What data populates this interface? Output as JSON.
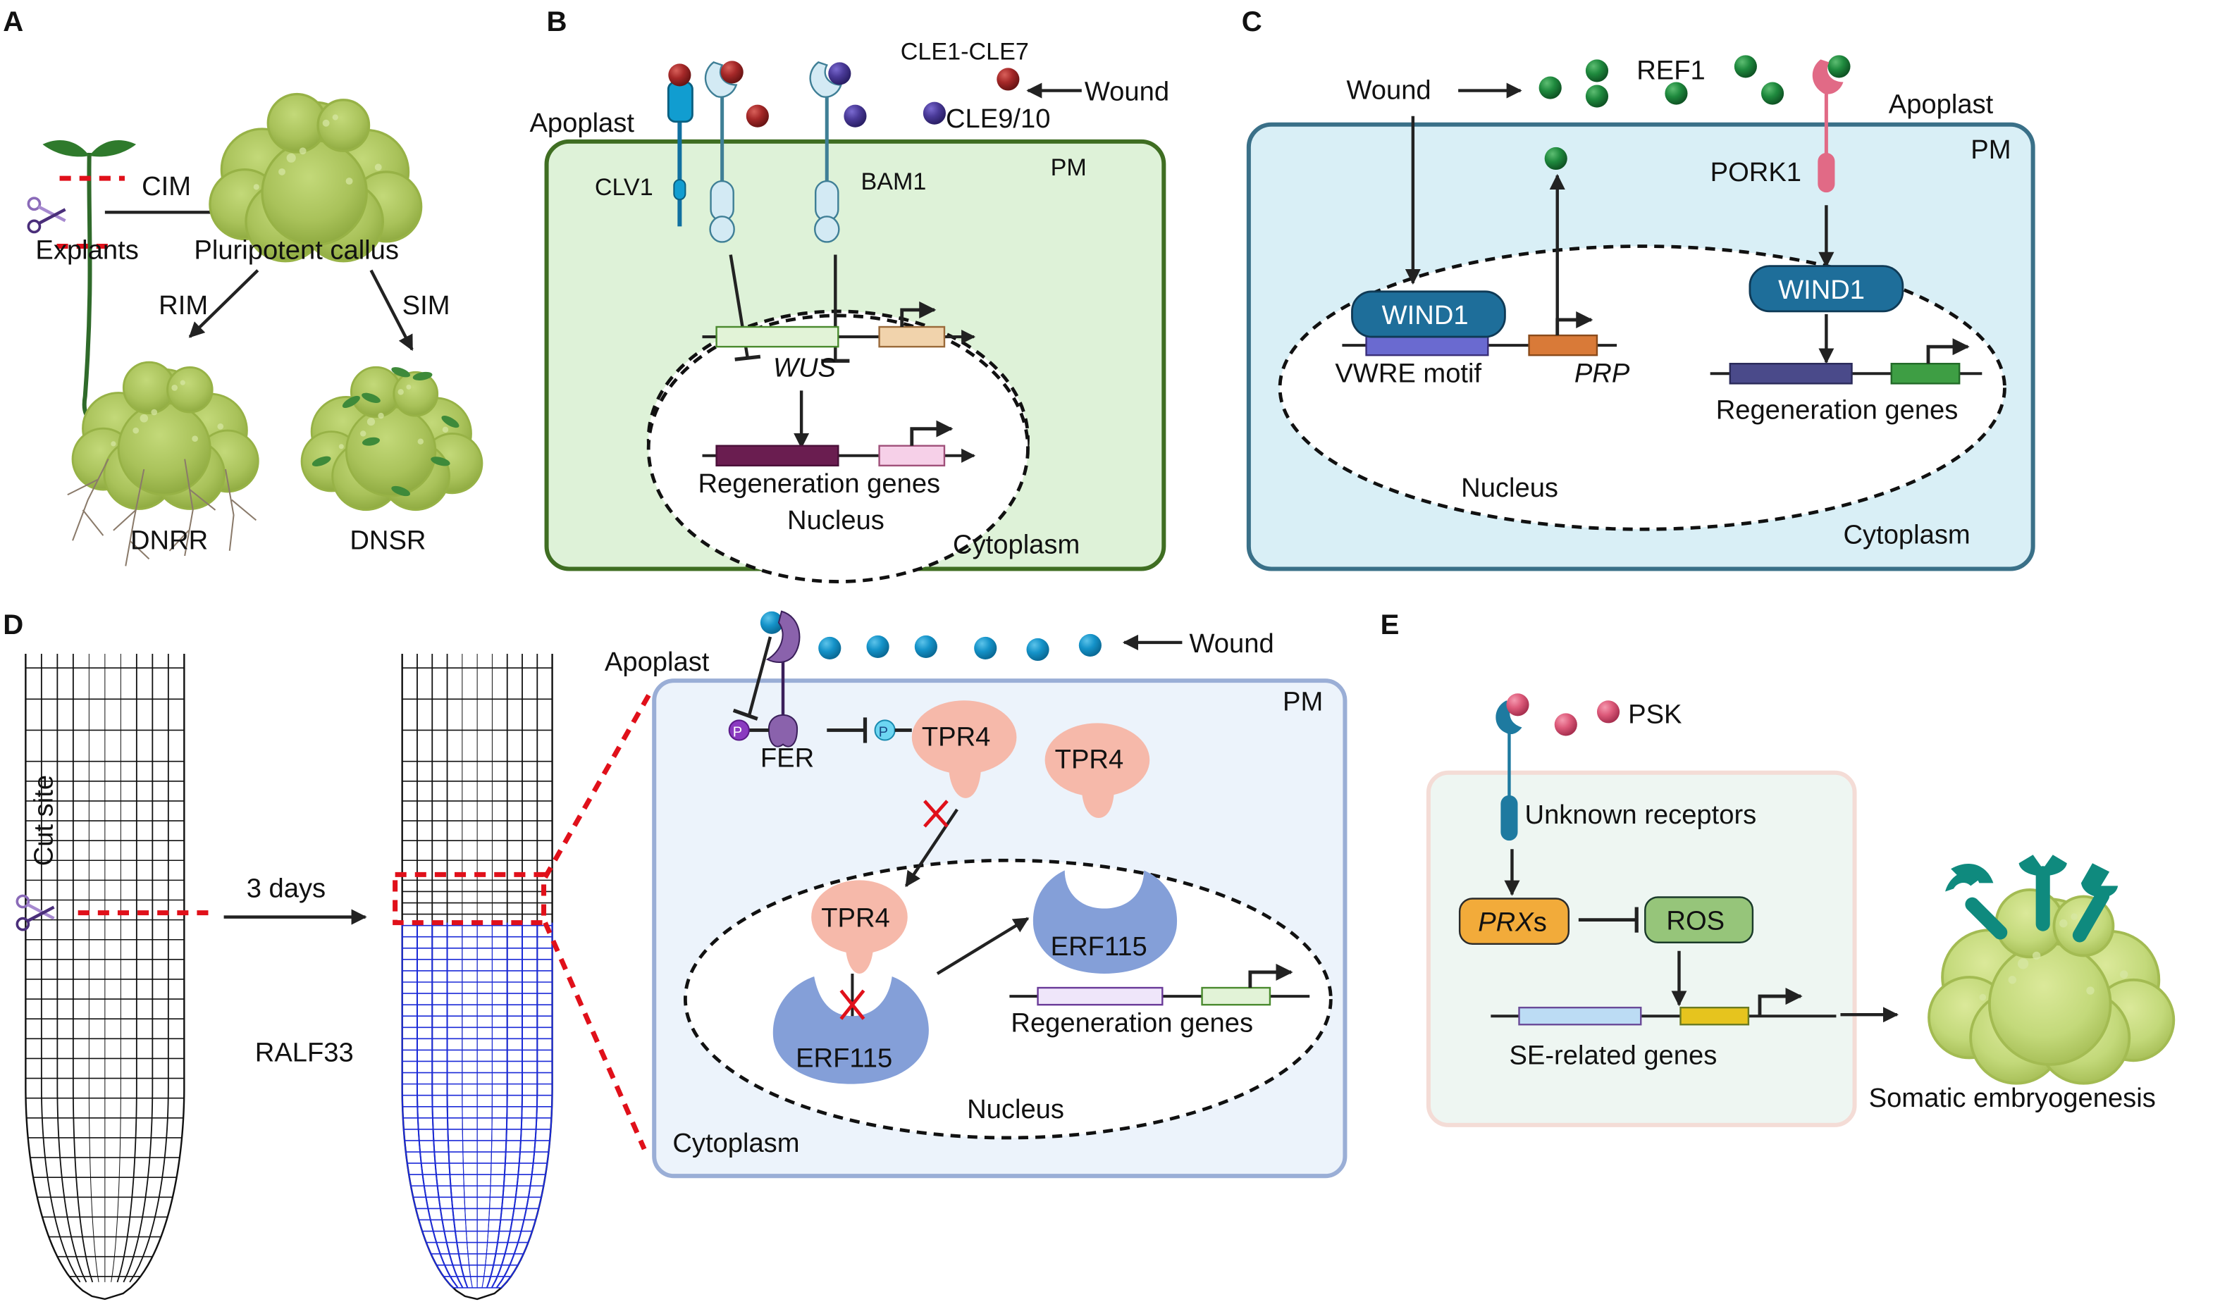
{
  "figure": {
    "panels": {
      "A": {
        "letter": "A",
        "cim_label": "CIM",
        "explants_label": "Explants",
        "callus_label": "Pluripotent callus",
        "rim_label": "RIM",
        "sim_label": "SIM",
        "dnrr_label": "DNRR",
        "dnsr_label": "DNSR"
      },
      "B": {
        "letter": "B",
        "apoplast_label": "Apoplast",
        "peptide1_label": "CLE1-CLE7",
        "peptide2_label": "CLE9/10",
        "wound_label": "Wound",
        "pm_label": "PM",
        "receptor1_label": "CLV1",
        "receptor2_label": "BAM1",
        "gene_label": "WUS",
        "genes_label": "Regeneration genes",
        "nucleus_label": "Nucleus",
        "cytoplasm_label": "Cytoplasm"
      },
      "C": {
        "letter": "C",
        "wound_label": "Wound",
        "peptide_label": "REF1",
        "apoplast_label": "Apoplast",
        "pm_label": "PM",
        "receptor_label": "PORK1",
        "tf1_label": "WIND1",
        "tf2_label": "WIND1",
        "motif_label": "VWRE motif",
        "gene_label": "PRP",
        "genes_label": "Regeneration genes",
        "nucleus_label": "Nucleus",
        "cytoplasm_label": "Cytoplasm"
      },
      "D": {
        "letter": "D",
        "cut_site_label": "Cut site",
        "days_label": "3 days",
        "peptide_label": "RALF33",
        "apoplast_label": "Apoplast",
        "wound_label": "Wound",
        "pm_label": "PM",
        "receptor_label": "FER",
        "phospho_label": "P",
        "tpr4_label_1": "TPR4",
        "tpr4_label_2": "TPR4",
        "tpr4_label_3": "TPR4",
        "erf_label_1": "ERF115",
        "erf_label_2": "ERF115",
        "genes_label": "Regeneration genes",
        "nucleus_label": "Nucleus",
        "cytoplasm_label": "Cytoplasm"
      },
      "E": {
        "letter": "E",
        "peptide_label": "PSK",
        "receptor_label": "Unknown receptors",
        "prx_label_italic": "PRX",
        "prx_label_suffix": "s",
        "ros_label": "ROS",
        "genes_label": "SE-related genes",
        "outcome_label": "Somatic embryogenesis"
      }
    },
    "colors": {
      "callus": "#a9c25a",
      "panel_b_cell": "#def2d8",
      "panel_b_border": "#3f6e22",
      "panel_c_cell": "#d9eff6",
      "panel_c_border": "#3a7088",
      "panel_d_cell": "#ecf3fb",
      "panel_d_border": "#9aaed6",
      "panel_e_cell": "#eef6f2",
      "panel_e_border": "#f4dcd6",
      "cle_red": "#a52828",
      "cle_purple": "#4a3a98",
      "ref1_green": "#1f8a3e",
      "ralf_blue": "#1593c9",
      "psk_pink": "#dd5a7a",
      "cut_red": "#e0101a",
      "root_blue": "#1b2ad8"
    }
  }
}
